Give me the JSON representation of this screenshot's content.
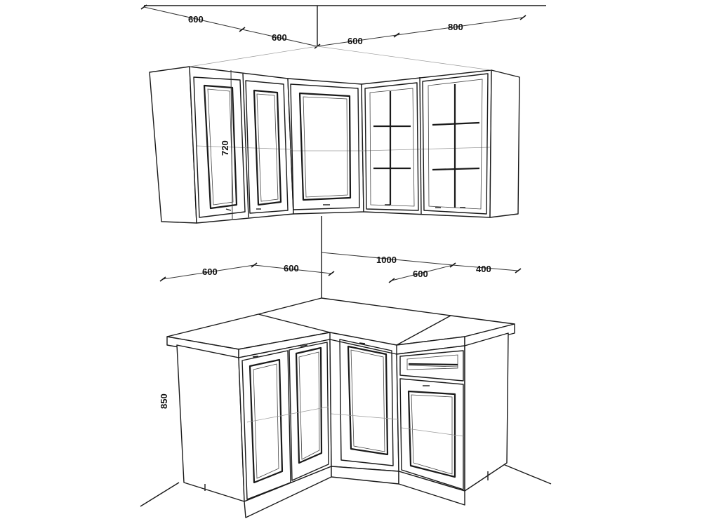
{
  "dimensions": {
    "upper_left_outer": "600",
    "upper_left_inner": "600",
    "upper_right_inner": "600",
    "upper_right_outer": "800",
    "upper_height": "720",
    "lower_left_outer": "600",
    "lower_left_inner": "600",
    "lower_right_top": "1000",
    "lower_right_inner": "600",
    "lower_right_outer": "400",
    "lower_height": "850"
  }
}
